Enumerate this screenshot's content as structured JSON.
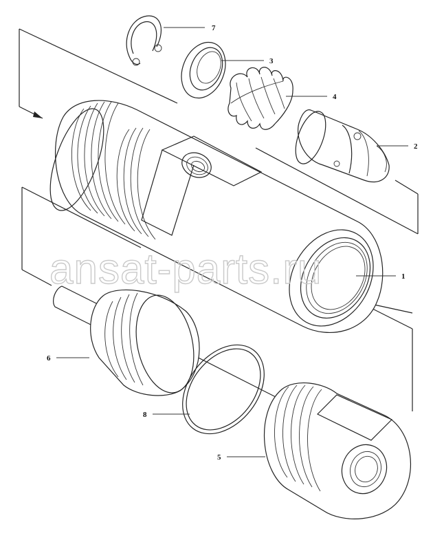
{
  "callouts": [
    {
      "id": "7",
      "label": "7"
    },
    {
      "id": "3",
      "label": "3"
    },
    {
      "id": "4",
      "label": "4"
    },
    {
      "id": "2",
      "label": "2"
    },
    {
      "id": "1",
      "label": "1"
    },
    {
      "id": "6",
      "label": "6"
    },
    {
      "id": "8",
      "label": "8"
    },
    {
      "id": "5",
      "label": "5"
    }
  ],
  "watermark": "ansat-parts.ru",
  "colors": {
    "line": "#222222",
    "watermark": "#c9c9c9",
    "background": "#ffffff"
  }
}
